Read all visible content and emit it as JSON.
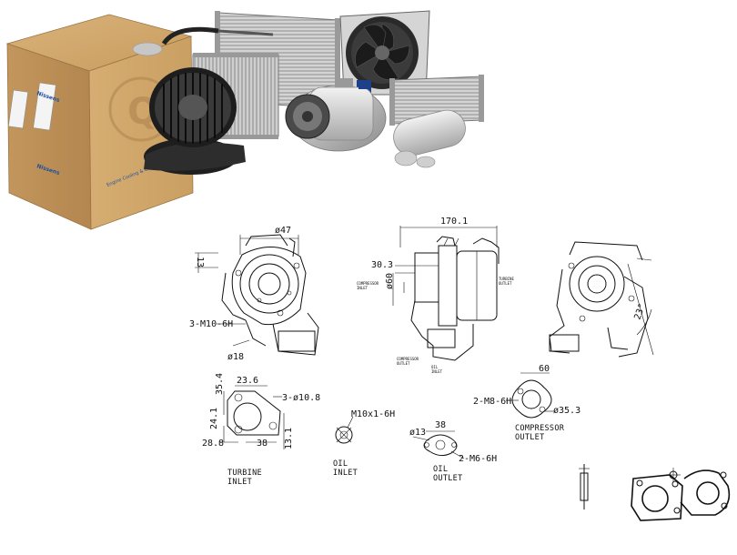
{
  "box": {
    "brand": "Nissens",
    "side_text": "Engine Cooling & Climate",
    "badge_text": "Q"
  },
  "drawing": {
    "dims": {
      "d47": "ø47",
      "d170": "170.1",
      "d303": "30.3",
      "d60": "ø60",
      "m10_6h": "3-M10-6H",
      "d18": "ø18",
      "deg23": "23°",
      "d354": "35.4",
      "d236": "23.6",
      "d108": "3-ø10.8",
      "d241": "24.1",
      "d288": "28.8",
      "d38": "38",
      "d131": "13.1",
      "m10x1": "M10x1-6H",
      "d13": "ø13",
      "d38b": "38",
      "m6": "2-M6-6H",
      "d60b": "60",
      "m8": "2-M8-6H",
      "d353": "ø35.3"
    },
    "captions": {
      "turbine_inlet": [
        "TURBINE",
        "INLET"
      ],
      "oil_inlet": [
        "OIL",
        "INLET"
      ],
      "oil_outlet": [
        "OIL",
        "OUTLET"
      ],
      "compressor_outlet": [
        "COMPRESSOR",
        "OUTLET"
      ],
      "compressor_outlet_small": [
        "COMPRESSOR",
        "OUTLET"
      ],
      "turbine_outlet_small": [
        "TURBINE",
        "OUTLET"
      ],
      "compressor_inlet_small": [
        "COMPRESSOR",
        "INLET"
      ],
      "oil_small": [
        "OIL",
        "INLET"
      ]
    }
  }
}
